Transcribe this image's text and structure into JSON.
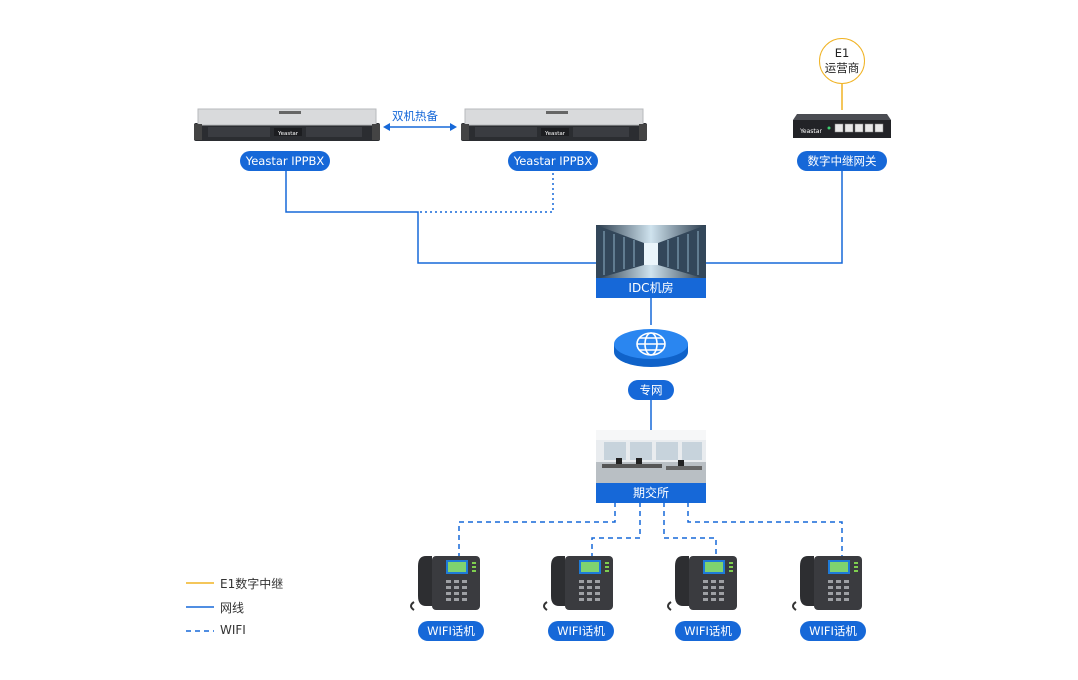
{
  "servers": {
    "left_label": "Yeastar IPPBX",
    "right_label": "Yeastar IPPBX",
    "brand": "Yeastar",
    "hot_standby": "双机热备"
  },
  "gateway": {
    "label": "数字中继网关",
    "brand": "Yeastar"
  },
  "carrier": {
    "line1": "E1",
    "line2": "运营商"
  },
  "idc": {
    "label": "IDC机房"
  },
  "network": {
    "label": "专网"
  },
  "office": {
    "label": "期交所"
  },
  "phones": [
    {
      "label": "WIFI话机"
    },
    {
      "label": "WIFI话机"
    },
    {
      "label": "WIFI话机"
    },
    {
      "label": "WIFI话机"
    }
  ],
  "legend": {
    "e1": "E1数字中继",
    "net": "网线",
    "wifi": "WIFI"
  },
  "colors": {
    "e1_line": "#f0b324",
    "net_line": "#1668d8",
    "label_bg": "#1668d8"
  }
}
